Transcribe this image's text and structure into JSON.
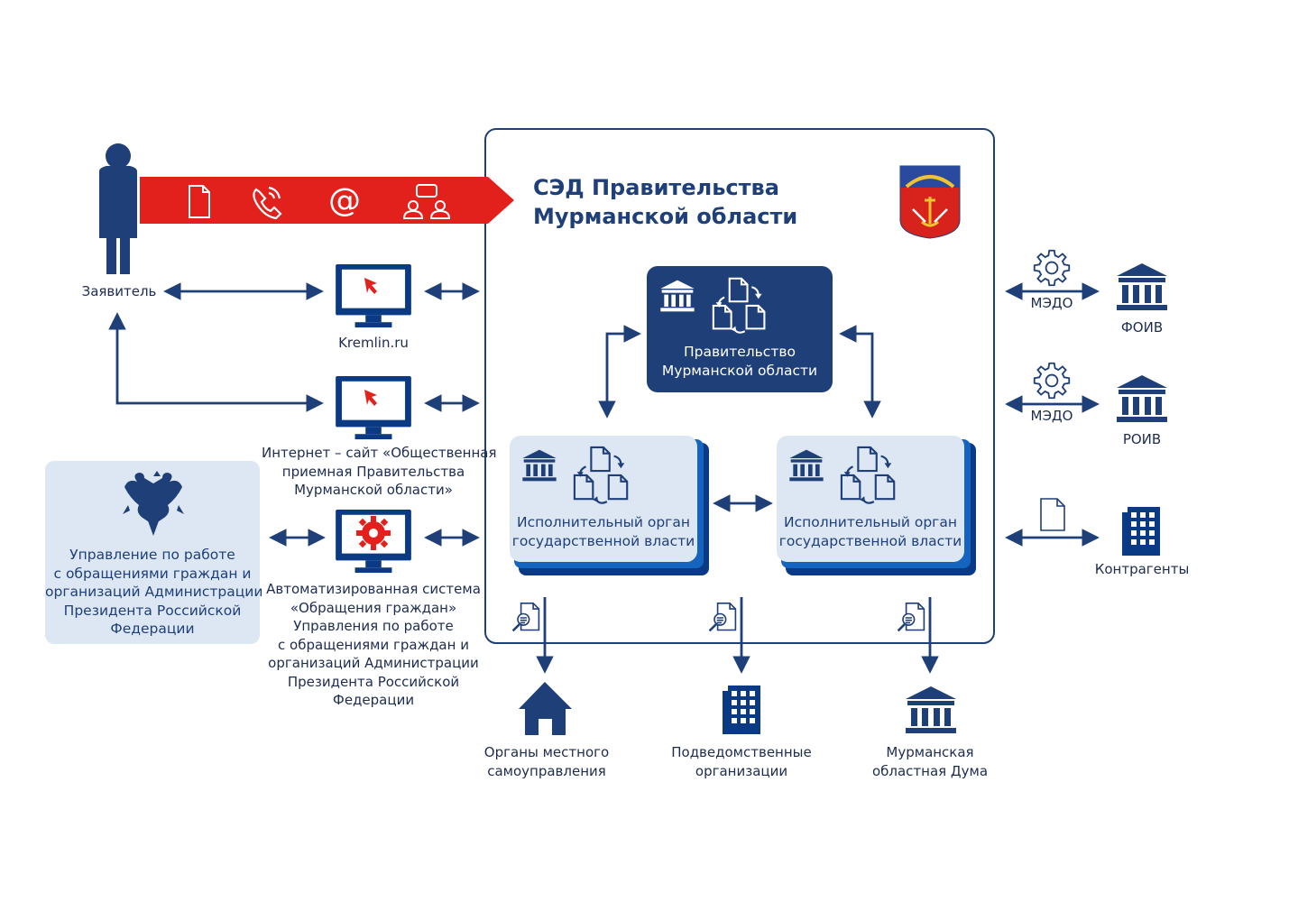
{
  "main_box": {
    "title_line1": "СЭД Правительства",
    "title_line2": "Мурманской области"
  },
  "applicant": {
    "label": "Заявитель"
  },
  "channels": {
    "kremlin": "Kremlin.ru",
    "internet_line1": "Интернет – сайт «Общественная",
    "internet_line2": "приемная Правительства",
    "internet_line3": "Мурманской области»",
    "system_line1": "Автоматизированная система",
    "system_line2": "«Обращения граждан»",
    "system_line3": "Управления по работе",
    "system_line4": "с обращениями граждан и",
    "system_line5": "организаций Администрации",
    "system_line6": "Президента Российской",
    "system_line7": "Федерации"
  },
  "presidential_admin": {
    "line1": "Управление по работе",
    "line2": "с обращениями граждан и",
    "line3": "организаций Администрации",
    "line4": "Президента Российской",
    "line5": "Федерации"
  },
  "government": {
    "line1": "Правительство",
    "line2": "Мурманской области"
  },
  "executive_left": {
    "line1": "Исполнительный орган",
    "line2": "государственной власти"
  },
  "executive_right": {
    "line1": "Исполнительный орган",
    "line2": "государственной власти"
  },
  "external": {
    "medo1": "МЭДО",
    "foiv": "ФОИВ",
    "medo2": "МЭДО",
    "roiv": "РОИВ",
    "contractors": "Контрагенты"
  },
  "bottom": {
    "local_line1": "Органы местного",
    "local_line2": "самоуправления",
    "sub_line1": "Подведомственные",
    "sub_line2": "организации",
    "duma_line1": "Мурманская",
    "duma_line2": "областная Дума"
  },
  "colors": {
    "navy": "#1f3f78",
    "dark_blue": "#0b3a85",
    "red": "#e2211c",
    "light_box": "#dde7f3"
  }
}
